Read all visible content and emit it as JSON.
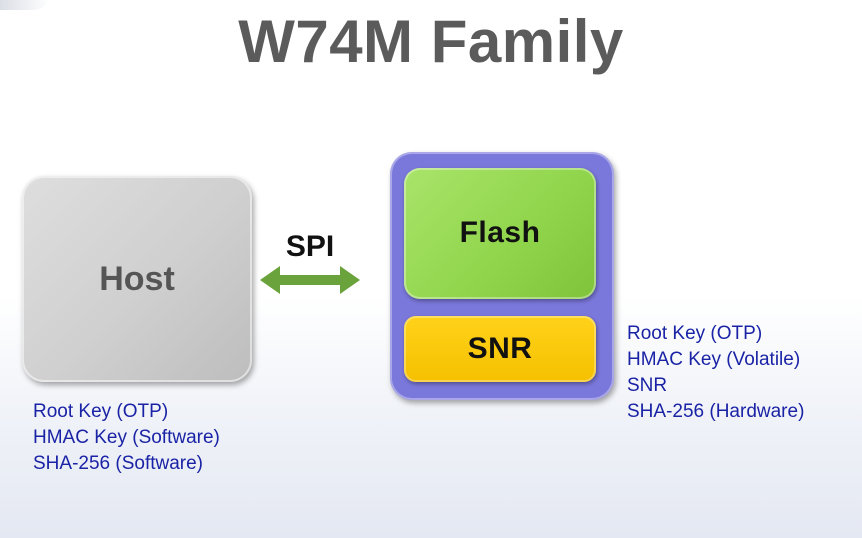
{
  "title": "W74M Family",
  "host": {
    "label": "Host",
    "features": [
      "Root Key (OTP)",
      "HMAC Key (Software)",
      "SHA-256 (Software)"
    ]
  },
  "interface": {
    "label": "SPI"
  },
  "chip": {
    "flash_label": "Flash",
    "snr_label": "SNR",
    "features": [
      "Root Key (OTP)",
      "HMAC Key (Volatile)",
      "SNR",
      "SHA-256 (Hardware)"
    ]
  },
  "colors": {
    "title": "#5b5b5b",
    "host_box": "#cfcfcf",
    "chip_box": "#7b78dc",
    "flash_box": "#8fd44a",
    "snr_box": "#f5c000",
    "arrow": "#6aa33b",
    "feature_text": "#1a23a6"
  }
}
